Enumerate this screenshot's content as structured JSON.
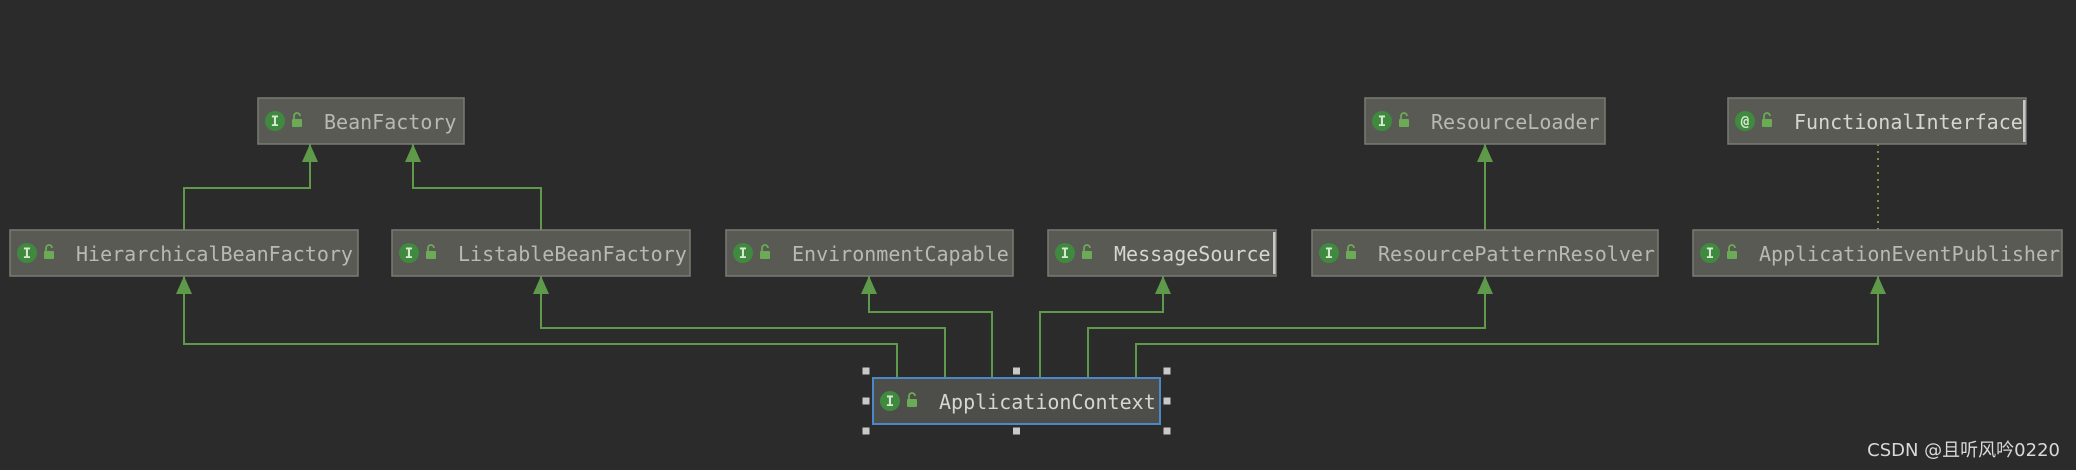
{
  "diagram": {
    "nodes": [
      {
        "id": "BeanFactory",
        "label": "BeanFactory",
        "kind": "interface",
        "badge": "I"
      },
      {
        "id": "ResourceLoader",
        "label": "ResourceLoader",
        "kind": "interface",
        "badge": "I"
      },
      {
        "id": "FunctionalInterface",
        "label": "FunctionalInterface",
        "kind": "annotation",
        "badge": "@"
      },
      {
        "id": "HierarchicalBeanFactory",
        "label": "HierarchicalBeanFactory",
        "kind": "interface",
        "badge": "I"
      },
      {
        "id": "ListableBeanFactory",
        "label": "ListableBeanFactory",
        "kind": "interface",
        "badge": "I"
      },
      {
        "id": "EnvironmentCapable",
        "label": "EnvironmentCapable",
        "kind": "interface",
        "badge": "I"
      },
      {
        "id": "MessageSource",
        "label": "MessageSource",
        "kind": "interface",
        "badge": "I"
      },
      {
        "id": "ResourcePatternResolver",
        "label": "ResourcePatternResolver",
        "kind": "interface",
        "badge": "I"
      },
      {
        "id": "ApplicationEventPublisher",
        "label": "ApplicationEventPublisher",
        "kind": "interface",
        "badge": "I"
      },
      {
        "id": "ApplicationContext",
        "label": "ApplicationContext",
        "kind": "interface",
        "badge": "I",
        "selected": true
      }
    ],
    "edges": [
      {
        "from": "HierarchicalBeanFactory",
        "to": "BeanFactory",
        "style": "extends"
      },
      {
        "from": "ListableBeanFactory",
        "to": "BeanFactory",
        "style": "extends"
      },
      {
        "from": "ResourcePatternResolver",
        "to": "ResourceLoader",
        "style": "extends"
      },
      {
        "from": "ApplicationEventPublisher",
        "to": "FunctionalInterface",
        "style": "annotated"
      },
      {
        "from": "ApplicationContext",
        "to": "HierarchicalBeanFactory",
        "style": "extends"
      },
      {
        "from": "ApplicationContext",
        "to": "ListableBeanFactory",
        "style": "extends"
      },
      {
        "from": "ApplicationContext",
        "to": "EnvironmentCapable",
        "style": "extends"
      },
      {
        "from": "ApplicationContext",
        "to": "MessageSource",
        "style": "extends"
      },
      {
        "from": "ApplicationContext",
        "to": "ResourcePatternResolver",
        "style": "extends"
      },
      {
        "from": "ApplicationContext",
        "to": "ApplicationEventPublisher",
        "style": "extends"
      }
    ],
    "colors": {
      "background": "#2b2b2b",
      "edge": "#5e9a4a",
      "selection": "#4a88c7",
      "badge": "#3f8a3f"
    }
  },
  "watermark": "CSDN @且听风吟0220"
}
